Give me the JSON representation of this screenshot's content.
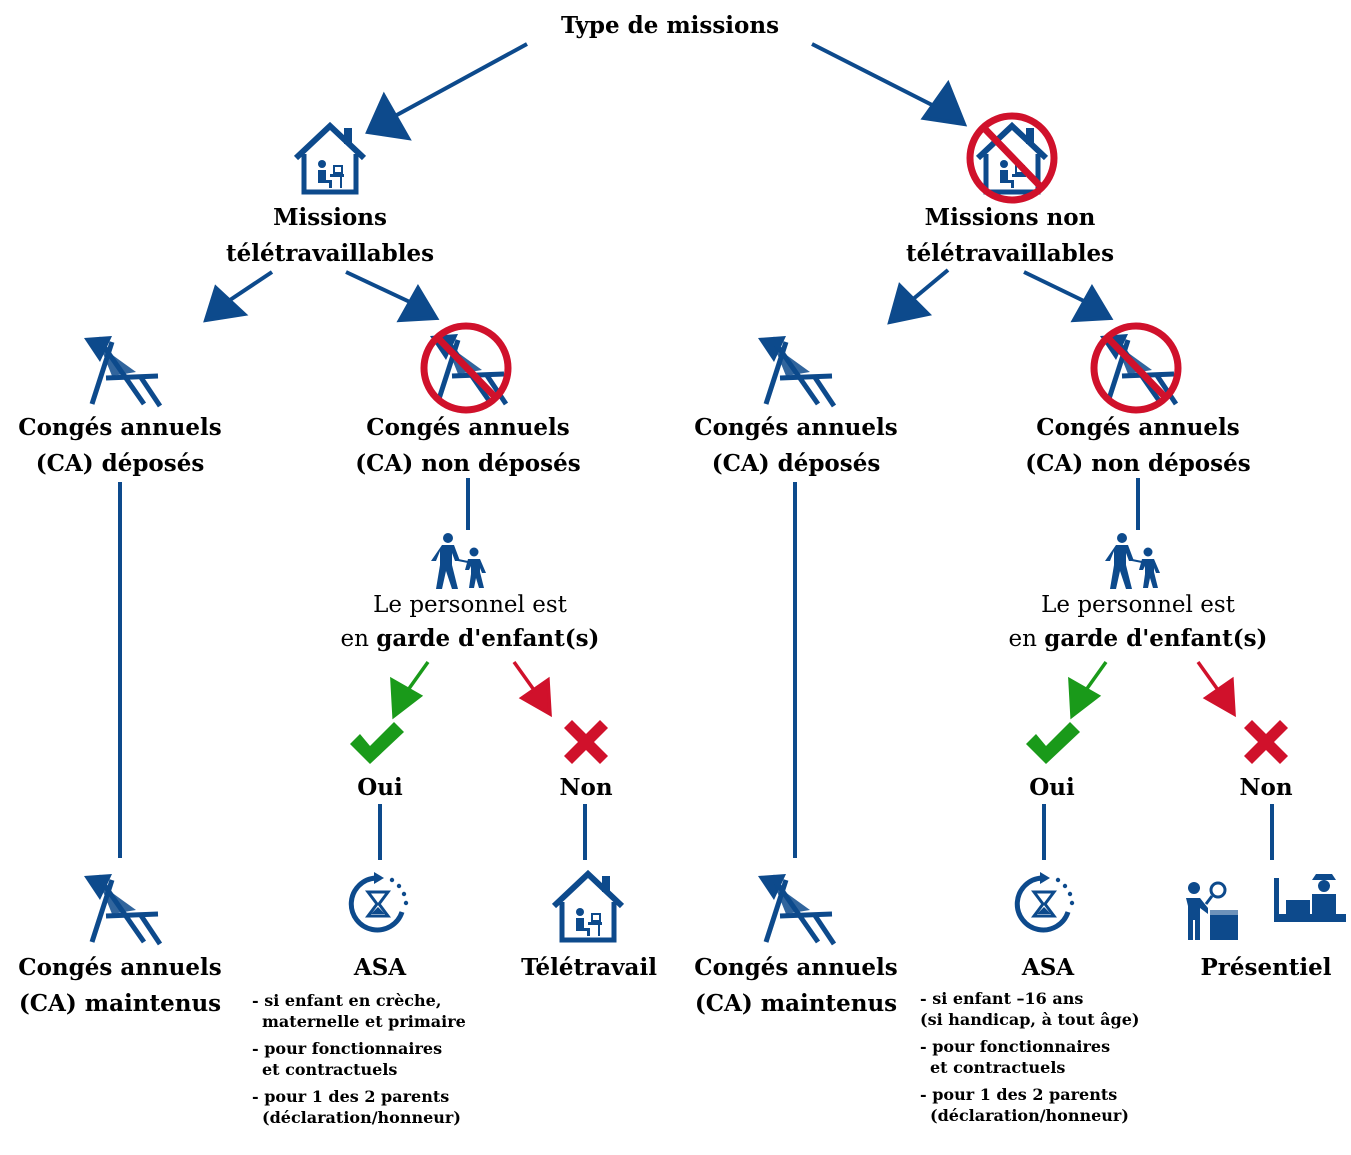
{
  "root": {
    "title": "Type de missions"
  },
  "colors": {
    "blue": "#0d4a8c",
    "green": "#1a9a1a",
    "red": "#d0112b"
  },
  "branches": {
    "left": {
      "line1": "Missions",
      "line2": "télétravaillables",
      "icon": "house-telework-icon"
    },
    "right": {
      "line1": "Missions non",
      "line2": "télétravaillables",
      "icon": "house-telework-forbidden-icon"
    }
  },
  "leave": {
    "deposited_l1": "Congés annuels",
    "deposited_l2": "(CA) déposés",
    "not_deposited_l1": "Congés annuels",
    "not_deposited_l2": "(CA) non déposés",
    "maintained_l1": "Congés annuels",
    "maintained_l2": "(CA) maintenus"
  },
  "childcare": {
    "text1": "Le personnel est",
    "text2_pre": "en",
    "text2_bold": "garde d'enfant(s)"
  },
  "answers": {
    "yes": "Oui",
    "no": "Non"
  },
  "outcomes": {
    "asa": "ASA",
    "telework": "Télétravail",
    "onsite": "Présentiel"
  },
  "notes_left": [
    {
      "l1": "- si enfant en crèche,",
      "l2": "maternelle et primaire"
    },
    {
      "l1": "- pour fonctionnaires",
      "l2": "et contractuels"
    },
    {
      "l1": "- pour 1 des 2 parents",
      "l2": "(déclaration/honneur)"
    }
  ],
  "notes_right": [
    {
      "l1": "- si enfant –16 ans",
      "l2": "(si handicap, à tout âge)"
    },
    {
      "l1": "- pour fonctionnaires",
      "l2": "et contractuels"
    },
    {
      "l1": "- pour 1 des 2 parents",
      "l2": "(déclaration/honneur)"
    }
  ]
}
